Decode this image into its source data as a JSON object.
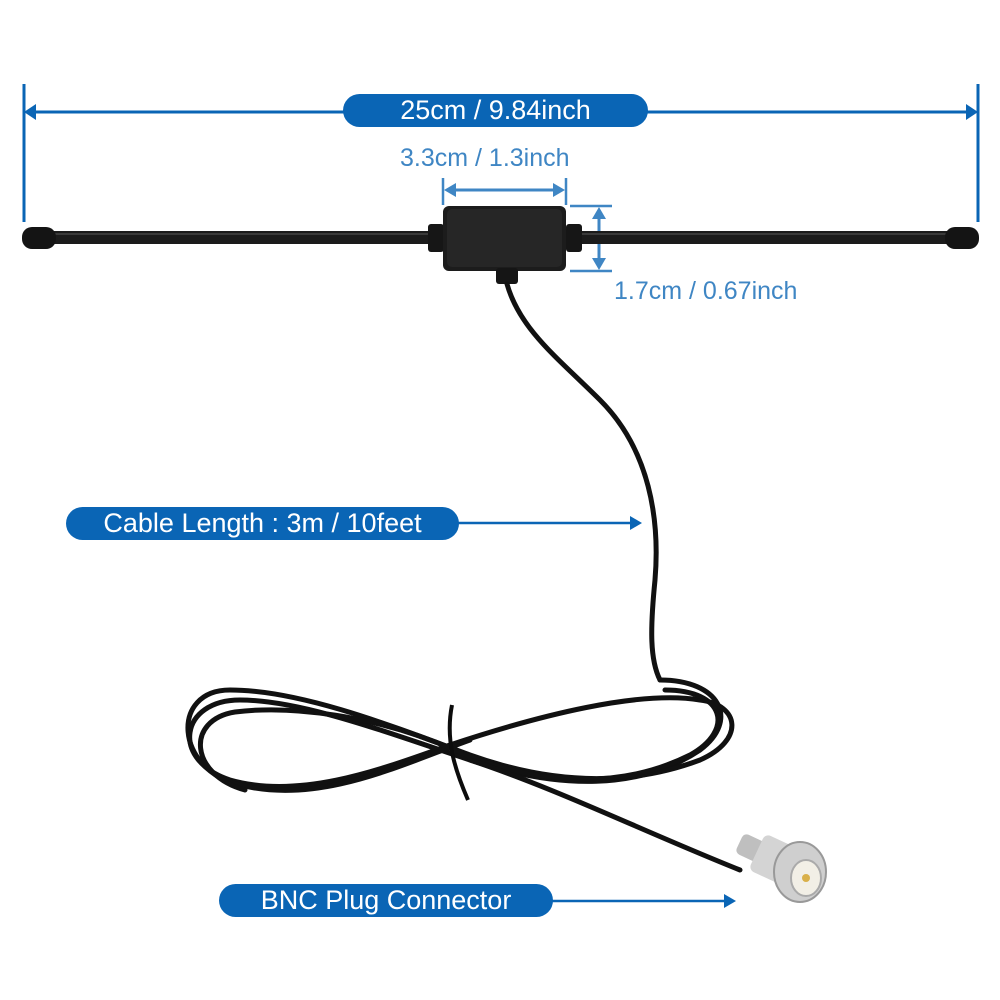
{
  "annotations": {
    "overall_length": "25cm / 9.84inch",
    "box_width": "3.3cm / 1.3inch",
    "box_height": "1.7cm / 0.67inch",
    "cable_length": "Cable Length : 3m / 10feet",
    "connector": "BNC Plug Connector"
  },
  "colors": {
    "label_fill": "#0a65b5",
    "dimension_line": "#3f86c4",
    "antenna_body": "#1a1a1a",
    "connector_metal": "#c9c9c9"
  }
}
